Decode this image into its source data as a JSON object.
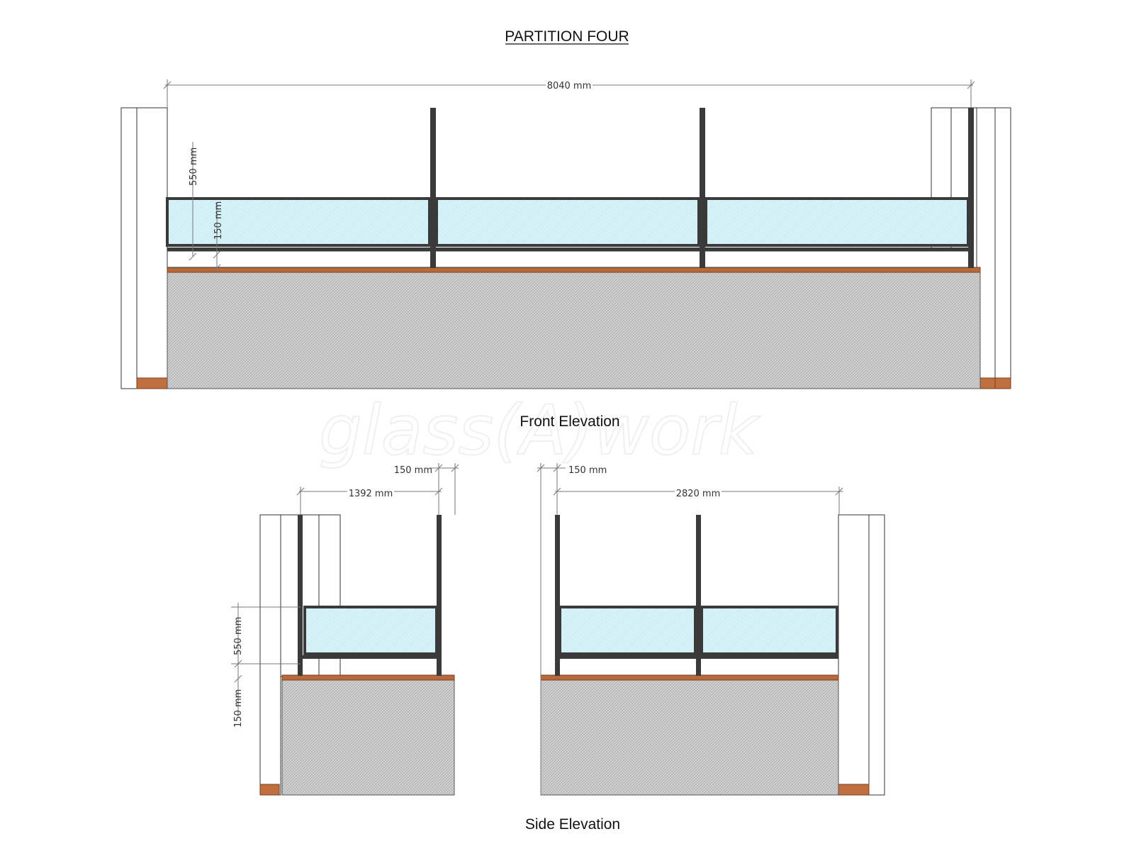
{
  "title": "PARTITION FOUR",
  "watermark": "glass(A)work",
  "front": {
    "caption": "Front Elevation",
    "overall_width": "8040 mm",
    "upper_height": "550 mm",
    "lower_height": "150 mm"
  },
  "side": {
    "caption": "Side Elevation",
    "left_width": "1392 mm",
    "left_post_offset": "150 mm",
    "left_upper_height": "550 mm",
    "left_lower_height": "150 mm",
    "right_width": "2820 mm",
    "right_post_offset": "150 mm"
  },
  "colors": {
    "glass": "#d6f2f8",
    "frame": "#3a3a3a",
    "wood": "#b8693a",
    "counter": "#cfcfcf"
  }
}
